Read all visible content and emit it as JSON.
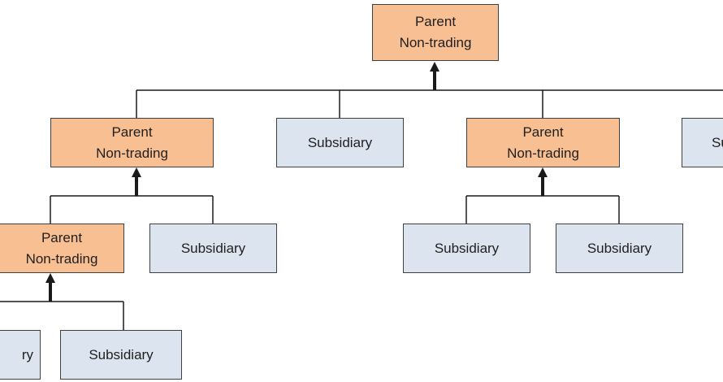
{
  "colors": {
    "parent_fill": "#f8bf92",
    "subsidiary_fill": "#dbe4ef",
    "border": "#404040",
    "connector": "#1a1a1a"
  },
  "nodes": {
    "root_parent": {
      "line1": "Parent",
      "line2": "Non-trading"
    },
    "level1_parent_left": {
      "line1": "Parent",
      "line2": "Non-trading"
    },
    "level1_subsidiary_left": {
      "label": "Subsidiary"
    },
    "level1_parent_right": {
      "line1": "Parent",
      "line2": "Non-trading"
    },
    "level1_subsidiary_right_partial": {
      "label": "Su"
    },
    "level2_parent": {
      "line1": "Parent",
      "line2": "Non-trading"
    },
    "level2_subsidiary_a": {
      "label": "Subsidiary"
    },
    "level2_subsidiary_b": {
      "label": "Subsidiary"
    },
    "level2_subsidiary_c": {
      "label": "Subsidiary"
    },
    "level3_subsidiary_partial": {
      "label": "ry"
    },
    "level3_subsidiary": {
      "label": "Subsidiary"
    }
  }
}
